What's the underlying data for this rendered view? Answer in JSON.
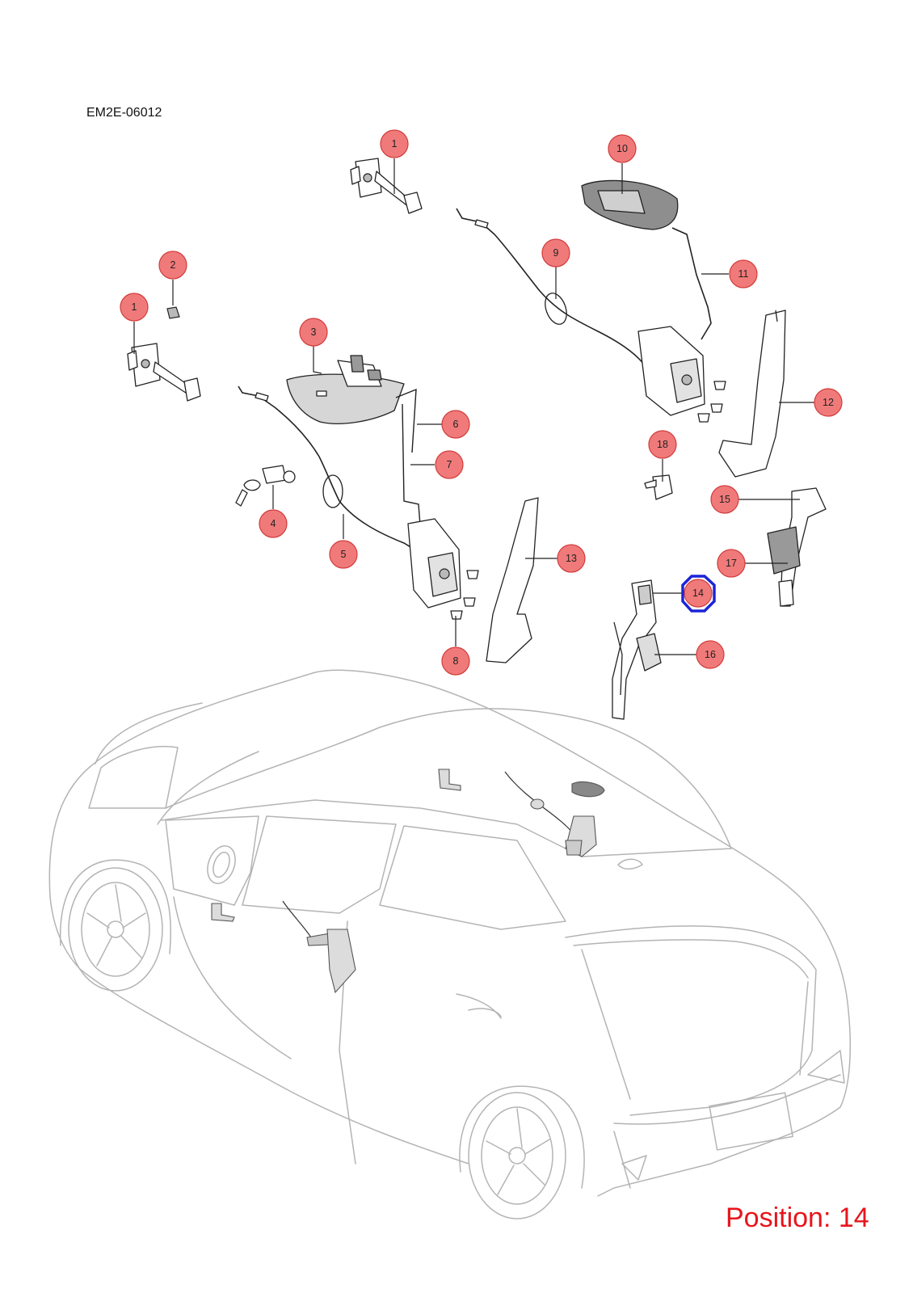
{
  "diagram_code": "EM2E-06012",
  "position_label": "Position: 14",
  "highlighted_callout": "14",
  "colors": {
    "callout_fill": "#f07a7a",
    "highlight_outline": "#1c25d8",
    "position_text": "#e8141b",
    "car_outline": "#b4b4b4"
  },
  "callouts": [
    {
      "id": "c1a",
      "label": "1"
    },
    {
      "id": "c1b",
      "label": "1"
    },
    {
      "id": "c2",
      "label": "2"
    },
    {
      "id": "c3",
      "label": "3"
    },
    {
      "id": "c4",
      "label": "4"
    },
    {
      "id": "c5",
      "label": "5"
    },
    {
      "id": "c6",
      "label": "6"
    },
    {
      "id": "c7",
      "label": "7"
    },
    {
      "id": "c8",
      "label": "8"
    },
    {
      "id": "c9",
      "label": "9"
    },
    {
      "id": "c10",
      "label": "10"
    },
    {
      "id": "c11",
      "label": "11"
    },
    {
      "id": "c12",
      "label": "12"
    },
    {
      "id": "c13",
      "label": "13"
    },
    {
      "id": "c14",
      "label": "14"
    },
    {
      "id": "c15",
      "label": "15"
    },
    {
      "id": "c16",
      "label": "16"
    },
    {
      "id": "c17",
      "label": "17"
    },
    {
      "id": "c18",
      "label": "18"
    }
  ]
}
